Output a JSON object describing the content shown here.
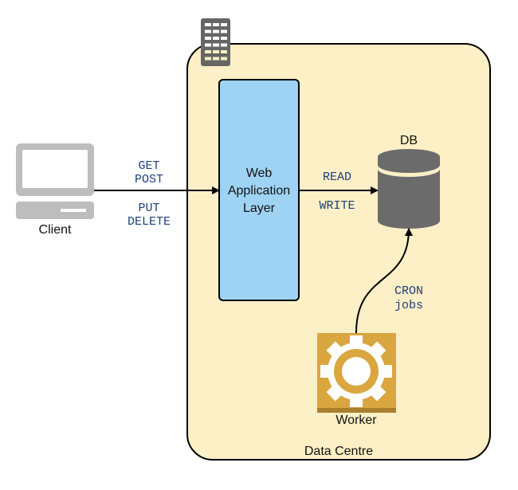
{
  "client": {
    "label": "Client",
    "icon": "desktop-computer-icon"
  },
  "client_arrow": {
    "methods_top": [
      "GET",
      "POST"
    ],
    "methods_bottom": [
      "PUT",
      "DELETE"
    ]
  },
  "datacentre": {
    "label": "Data Centre",
    "icon": "building-icon"
  },
  "web_layer": {
    "lines": [
      "Web",
      "Application",
      "Layer"
    ]
  },
  "db_arrow": {
    "top": "READ",
    "bottom": "WRITE"
  },
  "db": {
    "label": "DB",
    "icon": "database-cylinder-icon"
  },
  "cron_arrow": {
    "lines": [
      "CRON",
      "jobs"
    ]
  },
  "worker": {
    "label": "Worker",
    "icon": "gear-icon"
  },
  "colors": {
    "datacentre_fill": "#fdf0c6",
    "web_layer_fill": "#9fd3f3",
    "db": "#6b6b6b",
    "worker": "#d9a63f",
    "text_mono": "#1d3f7a"
  }
}
